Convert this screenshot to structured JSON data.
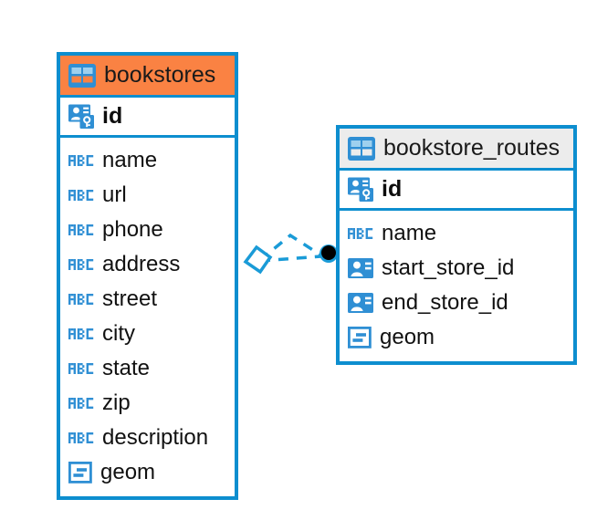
{
  "diagram": {
    "type": "entity-relationship-diagram",
    "background_color": "#ffffff",
    "accent_color": "#0d8ecf",
    "tables": [
      {
        "name": "bookstores",
        "header_color": "#fa8243",
        "table_icon": "table-icon",
        "primary_key": {
          "label": "id",
          "icon": "primary-key-icon"
        },
        "fields": [
          {
            "label": "name",
            "icon": "abc-text-icon"
          },
          {
            "label": "url",
            "icon": "abc-text-icon"
          },
          {
            "label": "phone",
            "icon": "abc-text-icon"
          },
          {
            "label": "address",
            "icon": "abc-text-icon"
          },
          {
            "label": "street",
            "icon": "abc-text-icon"
          },
          {
            "label": "city",
            "icon": "abc-text-icon"
          },
          {
            "label": "state",
            "icon": "abc-text-icon"
          },
          {
            "label": "zip",
            "icon": "abc-text-icon"
          },
          {
            "label": "description",
            "icon": "abc-text-icon"
          },
          {
            "label": "geom",
            "icon": "geometry-icon"
          }
        ]
      },
      {
        "name": "bookstore_routes",
        "header_color": "#ececec",
        "table_icon": "table-icon",
        "primary_key": {
          "label": "id",
          "icon": "primary-key-icon"
        },
        "fields": [
          {
            "label": "name",
            "icon": "abc-text-icon"
          },
          {
            "label": "start_store_id",
            "icon": "foreign-key-icon"
          },
          {
            "label": "end_store_id",
            "icon": "foreign-key-icon"
          },
          {
            "label": "geom",
            "icon": "geometry-icon"
          }
        ]
      }
    ],
    "relationship": {
      "style": "dashed",
      "color": "#1a9bd7",
      "source_endpoint": "diamond",
      "target_endpoint": "filled-circle",
      "target_endpoint_color": "#000000"
    }
  }
}
